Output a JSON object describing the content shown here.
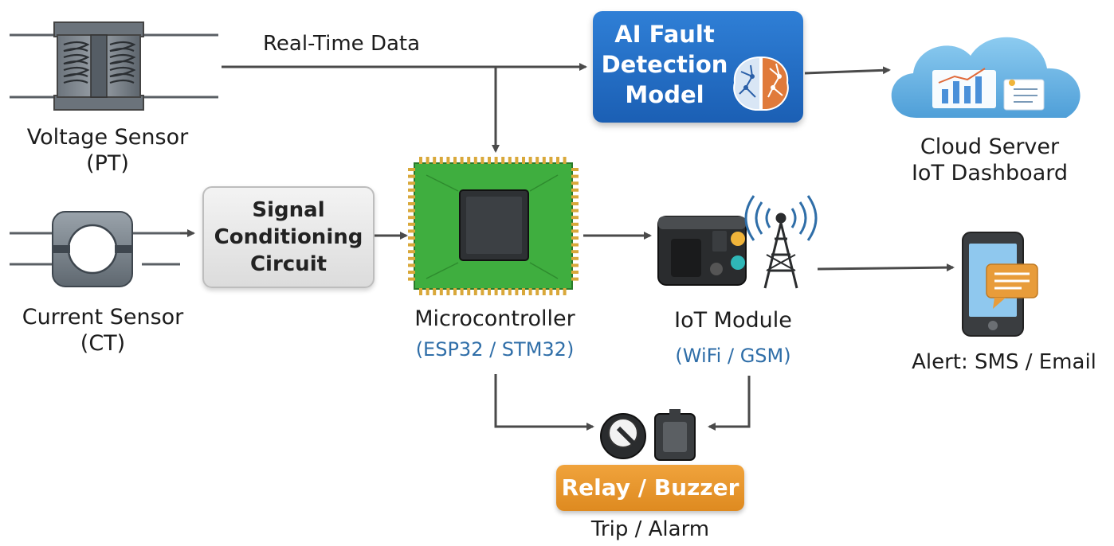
{
  "labels": {
    "realtime": "Real-Time Data",
    "ai_model": [
      "AI  Fault",
      "Detection",
      "Model"
    ],
    "cloud": [
      "Cloud Server",
      "IoT Dashboard"
    ],
    "voltage_sensor": [
      "Voltage Sensor",
      "(PT)"
    ],
    "current_sensor": [
      "Current Sensor",
      "(CT)"
    ],
    "signal_conditioning": [
      "Signal",
      "Conditioning",
      "Circuit"
    ],
    "microcontroller": "Microcontroller",
    "microcontroller_sub": "(ESP32 / STM32)",
    "iot_module": "IoT Module",
    "iot_module_sub": "(WiFi / GSM)",
    "alert": "Alert: SMS / Email",
    "relay": "Relay / Buzzer",
    "trip": "Trip / Alarm"
  },
  "icons": {
    "voltage": "voltage-transformer-icon",
    "current": "current-transformer-icon",
    "chip": "microchip-icon",
    "iot": "iot-device-icon",
    "tower": "antenna-tower-icon",
    "cloud": "cloud-dashboard-icon",
    "phone": "smartphone-alert-icon",
    "brain": "neural-brain-icon",
    "relay": "relay-buzzer-icon"
  },
  "colors": {
    "ai_box": "#1f66bd",
    "relay_box": "#e8962e",
    "chip_green": "#3fae3f",
    "subtitle_blue": "#2f6ea8",
    "cloud_blue": "#6fb3e3",
    "arrow": "#444444"
  }
}
